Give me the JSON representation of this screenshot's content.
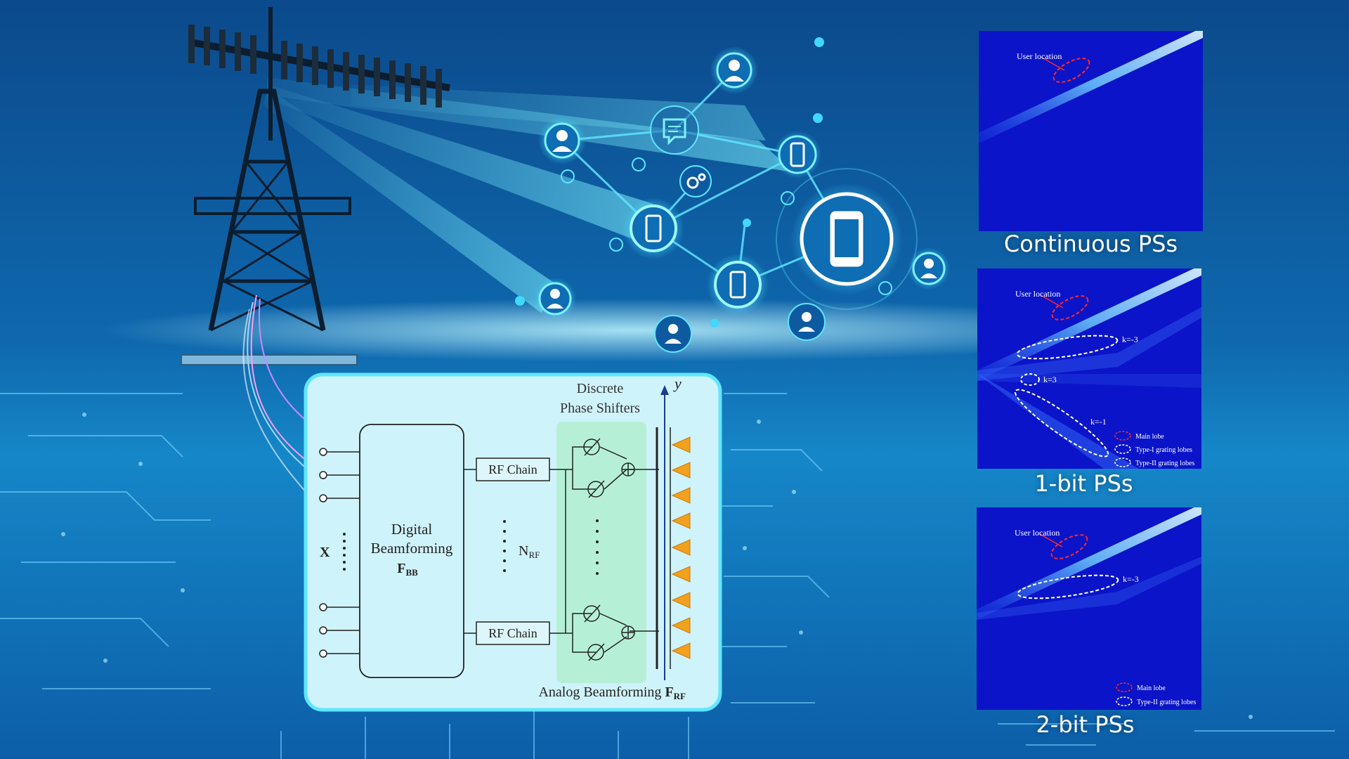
{
  "colors": {
    "background_top": "#0b4a8c",
    "background_bottom": "#1aa6df",
    "beam": "#35e0f0",
    "node_glow": "#3fd8ff",
    "diagram_fill": "#cff3fb",
    "diagram_border": "#5fe6ff",
    "analog_panel": "#b5f0d6",
    "antenna": "#f2a11e",
    "map_background": "#0b14c8",
    "main_lobe_marker": "#ff2a2a",
    "grating_marker": "#ffffff"
  },
  "icons": [
    "tower-icon",
    "user-icon",
    "phone-icon",
    "chat-icon",
    "gear-icon",
    "antenna-icon",
    "phase-shifter-icon",
    "adder-icon"
  ],
  "diagram": {
    "input_label": "X",
    "digital_line1": "Digital",
    "digital_line2": "Beamforming",
    "digital_sym": "F",
    "digital_sub": "BB",
    "rf_chain_top": "RF Chain",
    "rf_chain_bottom": "RF Chain",
    "nrf_label": "N",
    "nrf_sub": "RF",
    "discrete_line1": "Discrete",
    "discrete_line2": "Phase Shifters",
    "output_label": "y",
    "analog_label": "Analog Beamforming ",
    "analog_sym": "F",
    "analog_sub": "RF"
  },
  "panels": [
    {
      "caption": "Continuous PSs",
      "user_location": "User location",
      "lobe_labels": [],
      "legend": []
    },
    {
      "caption": "1-bit PSs",
      "user_location": "User location",
      "lobe_labels": [
        "k=-3",
        "k=3",
        "k=-1"
      ],
      "legend": [
        "Main lobe",
        "Type-I grating lobes",
        "Type-II grating lobes"
      ]
    },
    {
      "caption": "2-bit PSs",
      "user_location": "User location",
      "lobe_labels": [
        "k=-3"
      ],
      "legend": [
        "Main lobe",
        "Type-II grating lobes"
      ]
    }
  ]
}
